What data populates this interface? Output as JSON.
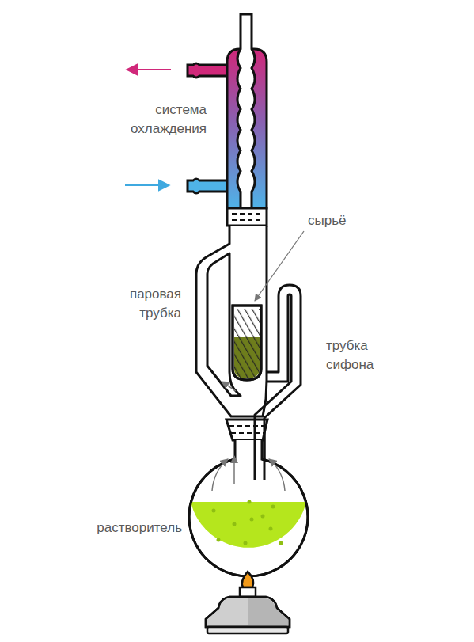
{
  "diagram": {
    "labels": [
      "система охлаждения",
      "сырьё",
      "паровая трубка",
      "трубка сифона",
      "растворитель"
    ]
  }
}
